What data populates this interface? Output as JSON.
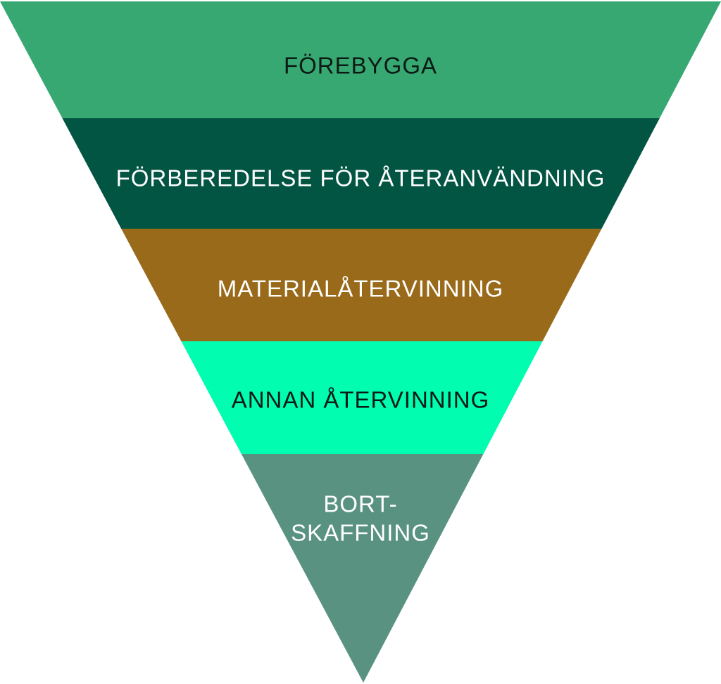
{
  "diagram": {
    "title_levels": [
      {
        "label": "FÖREBYGGA",
        "color": "#38a873",
        "text_color": "#0b1a14"
      },
      {
        "label": "FÖRBEREDELSE FÖR ÅTERANVÄNDNING",
        "color": "#035543",
        "text_color": "#ffffff"
      },
      {
        "label": "MATERIALÅTERVINNING",
        "color": "#9a6a1b",
        "text_color": "#ffffff"
      },
      {
        "label": "ANNAN ÅTERVINNING",
        "color": "#00fdb0",
        "text_color": "#0b1a14"
      },
      {
        "label_line1": "BORT-",
        "label_line2": "SKAFFNING",
        "color": "#5a9282",
        "text_color": "#ffffff"
      }
    ]
  }
}
